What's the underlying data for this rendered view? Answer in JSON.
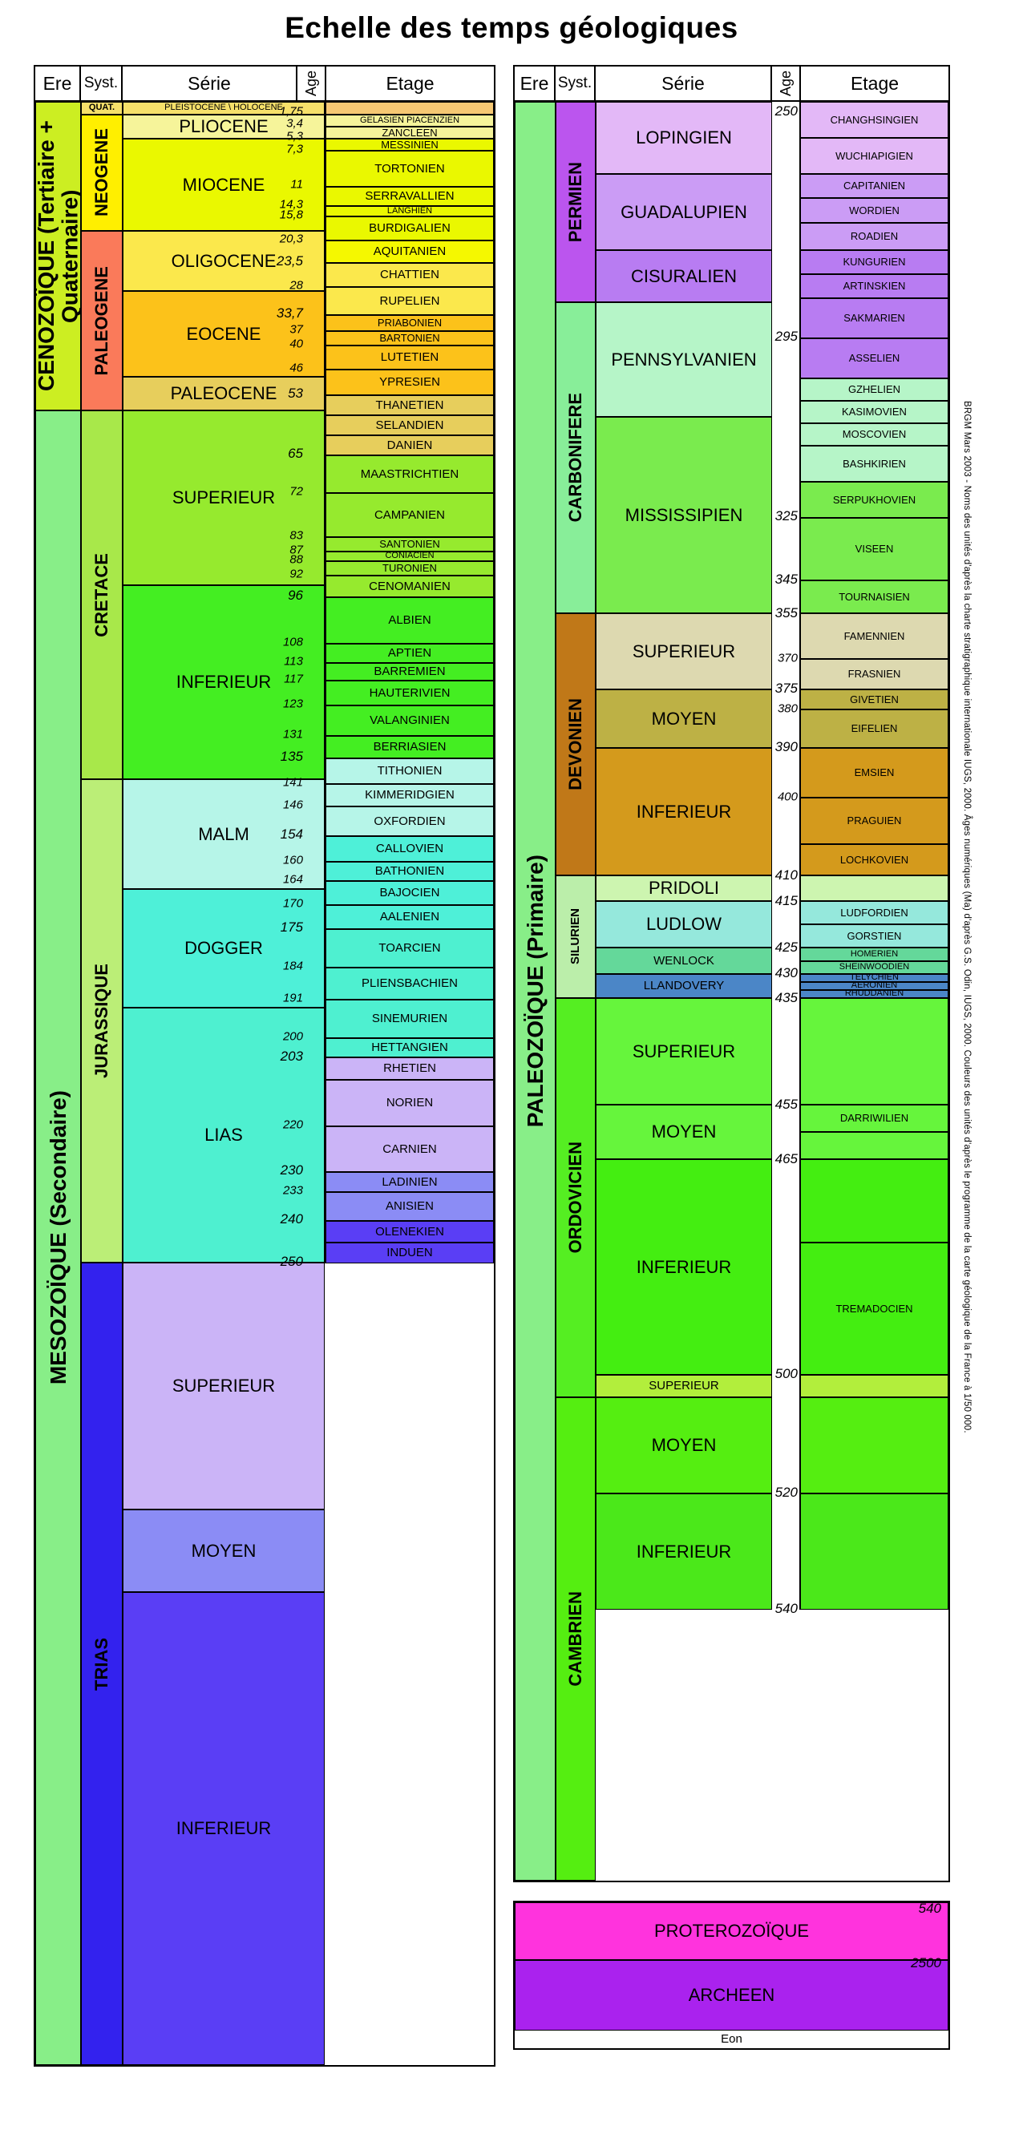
{
  "title": "Echelle des temps géologiques",
  "headers": {
    "ere": "Ere",
    "syst": "Syst.",
    "serie": "Série",
    "age": "Age",
    "etage": "Etage",
    "eon": "Eon"
  },
  "sidenote": "BRGM Mars 2003  -  Noms des unités d'après la charte stratigraphique internationale IUGS, 2000. Âges numériques (Ma) d'après G.S. Odin, IUGS, 2000. Couleurs des unités d'après le programme de la carte géologique de la France à 1/50 000.",
  "colors": {
    "cenozoic_ere": "#ccee22",
    "quaternaire": "#f6e06a",
    "neogene": "#ffef00",
    "paleogene": "#fa7a5a",
    "mesozoic_ere": "#88ee88",
    "cretace": "#a8e84a",
    "jurassique": "#bbee77",
    "trias": "#3322ee",
    "paleozoic_ere": "#88ee88",
    "permien": "#bb55ee",
    "carbonifere": "#88ee99",
    "devonien": "#c07818",
    "silurien": "#bbeeaa",
    "ordovicien": "#55ee22",
    "cambrien": "#55ee11",
    "proterozoique": "#ff33dd",
    "archeen": "#aa22ee"
  },
  "chart_data": {
    "type": "table",
    "title": "Echelle des temps géologiques",
    "columns": [
      "Ere",
      "Syst.",
      "Série",
      "Age",
      "Etage"
    ],
    "units": "Ma",
    "panels": [
      {
        "name": "panel-left",
        "eres": [
          {
            "label": "CENOZOÏQUE (Tertiaire + Quaternaire)",
            "systems": [
              {
                "label": "QUAT.",
                "series": [
                  {
                    "label": "PLEISTOCENE \\ HOLOCENE",
                    "base_age": "1,75",
                    "etages": [
                      {
                        "label": ""
                      }
                    ]
                  }
                ]
              },
              {
                "label": "NEOGENE",
                "series": [
                  {
                    "label": "PLIOCENE",
                    "base_age": "5,3",
                    "etages": [
                      {
                        "label": "GELASIEN PIACENZIEN",
                        "base_age": "3,4"
                      },
                      {
                        "label": "ZANCLEEN",
                        "base_age": "5,3"
                      }
                    ]
                  },
                  {
                    "label": "MIOCENE",
                    "base_age": "23,5",
                    "etages": [
                      {
                        "label": "MESSINIEN",
                        "base_age": "7,3"
                      },
                      {
                        "label": "TORTONIEN",
                        "base_age": "11"
                      },
                      {
                        "label": "SERRAVALLIEN",
                        "base_age": "14,3"
                      },
                      {
                        "label": "LANGHIEN",
                        "base_age": "15,8"
                      },
                      {
                        "label": "BURDIGALIEN",
                        "base_age": "20,3"
                      },
                      {
                        "label": "AQUITANIEN",
                        "base_age": "23,5"
                      }
                    ]
                  }
                ]
              },
              {
                "label": "PALEOGENE",
                "series": [
                  {
                    "label": "OLIGOCENE",
                    "base_age": "33,7",
                    "etages": [
                      {
                        "label": "CHATTIEN",
                        "base_age": "28"
                      },
                      {
                        "label": "RUPELIEN",
                        "base_age": "33,7"
                      }
                    ]
                  },
                  {
                    "label": "EOCENE",
                    "base_age": "53",
                    "etages": [
                      {
                        "label": "PRIABONIEN",
                        "base_age": "37"
                      },
                      {
                        "label": "BARTONIEN",
                        "base_age": "40"
                      },
                      {
                        "label": "LUTETIEN",
                        "base_age": "46"
                      },
                      {
                        "label": "YPRESIEN",
                        "base_age": "53"
                      }
                    ]
                  },
                  {
                    "label": "PALEOCENE",
                    "base_age": "65",
                    "etages": [
                      {
                        "label": "THANETIEN"
                      },
                      {
                        "label": "SELANDIEN"
                      },
                      {
                        "label": "DANIEN",
                        "base_age": "65"
                      }
                    ]
                  }
                ]
              }
            ]
          },
          {
            "label": "MESOZOÏQUE (Secondaire)",
            "systems": [
              {
                "label": "CRETACE",
                "series": [
                  {
                    "label": "SUPERIEUR",
                    "base_age": "96",
                    "etages": [
                      {
                        "label": "MAASTRICHTIEN",
                        "base_age": "72"
                      },
                      {
                        "label": "CAMPANIEN",
                        "base_age": "83"
                      },
                      {
                        "label": "SANTONIEN",
                        "base_age": "87"
                      },
                      {
                        "label": "CONIACIEN",
                        "base_age": "88"
                      },
                      {
                        "label": "TURONIEN",
                        "base_age": "92"
                      },
                      {
                        "label": "CENOMANIEN",
                        "base_age": "96"
                      }
                    ]
                  },
                  {
                    "label": "INFERIEUR",
                    "base_age": "135",
                    "etages": [
                      {
                        "label": "ALBIEN",
                        "base_age": "108"
                      },
                      {
                        "label": "APTIEN",
                        "base_age": "113"
                      },
                      {
                        "label": "BARREMIEN",
                        "base_age": "117"
                      },
                      {
                        "label": "HAUTERIVIEN",
                        "base_age": "123"
                      },
                      {
                        "label": "VALANGINIEN",
                        "base_age": "131"
                      },
                      {
                        "label": "BERRIASIEN",
                        "base_age": "135"
                      }
                    ]
                  }
                ]
              },
              {
                "label": "JURASSIQUE",
                "series": [
                  {
                    "label": "MALM",
                    "base_age": "154",
                    "etages": [
                      {
                        "label": "TITHONIEN",
                        "base_age": "141"
                      },
                      {
                        "label": "KIMMERIDGIEN",
                        "base_age": "146"
                      },
                      {
                        "label": "OXFORDIEN",
                        "base_age": "154"
                      }
                    ]
                  },
                  {
                    "label": "DOGGER",
                    "base_age": "175",
                    "etages": [
                      {
                        "label": "CALLOVIEN",
                        "base_age": "160"
                      },
                      {
                        "label": "BATHONIEN",
                        "base_age": "164"
                      },
                      {
                        "label": "BAJOCIEN",
                        "base_age": "170"
                      },
                      {
                        "label": "AALENIEN",
                        "base_age": "175"
                      }
                    ]
                  },
                  {
                    "label": "LIAS",
                    "base_age": "203",
                    "etages": [
                      {
                        "label": "TOARCIEN",
                        "base_age": "184"
                      },
                      {
                        "label": "PLIENSBACHIEN",
                        "base_age": "191"
                      },
                      {
                        "label": "SINEMURIEN",
                        "base_age": "200"
                      },
                      {
                        "label": "HETTANGIEN",
                        "base_age": "203"
                      }
                    ]
                  }
                ]
              },
              {
                "label": "TRIAS",
                "series": [
                  {
                    "label": "SUPERIEUR",
                    "base_age": "230",
                    "etages": [
                      {
                        "label": "RHETIEN"
                      },
                      {
                        "label": "NORIEN",
                        "base_age": "220"
                      },
                      {
                        "label": "CARNIEN",
                        "base_age": "230"
                      }
                    ]
                  },
                  {
                    "label": "MOYEN",
                    "base_age": "240",
                    "etages": [
                      {
                        "label": "LADINIEN",
                        "base_age": "233"
                      },
                      {
                        "label": "ANISIEN",
                        "base_age": "240"
                      }
                    ]
                  },
                  {
                    "label": "INFERIEUR",
                    "base_age": "250",
                    "etages": [
                      {
                        "label": "OLENEKIEN"
                      },
                      {
                        "label": "INDUEN",
                        "base_age": "250"
                      }
                    ]
                  }
                ]
              }
            ]
          }
        ]
      },
      {
        "name": "panel-right",
        "eres": [
          {
            "label": "PALEOZOÏQUE (Primaire)",
            "systems": [
              {
                "label": "PERMIEN",
                "series": [
                  {
                    "label": "LOPINGIEN",
                    "top_age": "250",
                    "etages": [
                      {
                        "label": "CHANGHSINGIEN"
                      },
                      {
                        "label": "WUCHIAPIGIEN"
                      }
                    ]
                  },
                  {
                    "label": "GUADALUPIEN",
                    "etages": [
                      {
                        "label": "CAPITANIEN"
                      },
                      {
                        "label": "WORDIEN"
                      },
                      {
                        "label": "ROADIEN"
                      }
                    ]
                  },
                  {
                    "label": "CISURALIEN",
                    "base_age": "295",
                    "etages": [
                      {
                        "label": "KUNGURIEN"
                      },
                      {
                        "label": "ARTINSKIEN"
                      },
                      {
                        "label": "SAKMARIEN"
                      },
                      {
                        "label": "ASSELIEN"
                      }
                    ]
                  }
                ]
              },
              {
                "label": "CARBONIFERE",
                "series": [
                  {
                    "label": "PENNSYLVANIEN",
                    "etages": [
                      {
                        "label": "GZHELIEN"
                      },
                      {
                        "label": "KASIMOVIEN"
                      },
                      {
                        "label": "MOSCOVIEN"
                      },
                      {
                        "label": "BASHKIRIEN"
                      }
                    ]
                  },
                  {
                    "label": "MISSISSIPIEN",
                    "base_age": "355",
                    "etages": [
                      {
                        "label": "SERPUKHOVIEN",
                        "base_age": "325"
                      },
                      {
                        "label": "VISEEN",
                        "base_age": "345"
                      },
                      {
                        "label": "TOURNAISIEN",
                        "base_age": "355"
                      }
                    ]
                  }
                ]
              },
              {
                "label": "DEVONIEN",
                "series": [
                  {
                    "label": "SUPERIEUR",
                    "base_age": "375",
                    "etages": [
                      {
                        "label": "FAMENNIEN",
                        "base_age": "370"
                      },
                      {
                        "label": "FRASNIEN",
                        "base_age": "375"
                      }
                    ]
                  },
                  {
                    "label": "MOYEN",
                    "base_age": "390",
                    "etages": [
                      {
                        "label": "GIVETIEN",
                        "base_age": "380"
                      },
                      {
                        "label": "EIFELIEN",
                        "base_age": "390"
                      }
                    ]
                  },
                  {
                    "label": "INFERIEUR",
                    "base_age": "410",
                    "etages": [
                      {
                        "label": "EMSIEN",
                        "base_age": "400"
                      },
                      {
                        "label": "PRAGUIEN"
                      },
                      {
                        "label": "LOCHKOVIEN",
                        "base_age": "410"
                      }
                    ]
                  }
                ]
              },
              {
                "label": "SILURIEN",
                "series": [
                  {
                    "label": "PRIDOLI",
                    "base_age": "415",
                    "etages": [
                      {
                        "label": ""
                      }
                    ]
                  },
                  {
                    "label": "LUDLOW",
                    "base_age": "425",
                    "etages": [
                      {
                        "label": "LUDFORDIEN"
                      },
                      {
                        "label": "GORSTIEN"
                      }
                    ]
                  },
                  {
                    "label": "WENLOCK",
                    "base_age": "430",
                    "etages": [
                      {
                        "label": "HOMERIEN"
                      },
                      {
                        "label": "SHEINWOODIEN"
                      }
                    ]
                  },
                  {
                    "label": "LLANDOVERY",
                    "base_age": "435",
                    "etages": [
                      {
                        "label": "TELYCHIEN"
                      },
                      {
                        "label": "AERONIEN"
                      },
                      {
                        "label": "RHUDDANIEN"
                      }
                    ]
                  }
                ]
              },
              {
                "label": "ORDOVICIEN",
                "series": [
                  {
                    "label": "SUPERIEUR",
                    "base_age": "455",
                    "etages": [
                      {
                        "label": ""
                      }
                    ]
                  },
                  {
                    "label": "MOYEN",
                    "base_age": "465",
                    "etages": [
                      {
                        "label": "DARRIWILIEN"
                      }
                    ]
                  },
                  {
                    "label": "INFERIEUR",
                    "base_age": "500",
                    "etages": [
                      {
                        "label": "TREMADOCIEN"
                      }
                    ]
                  }
                ]
              },
              {
                "label": "CAMBRIEN",
                "series": [
                  {
                    "label": "SUPERIEUR",
                    "top_age": "500",
                    "etages": [
                      {
                        "label": ""
                      }
                    ]
                  },
                  {
                    "label": "MOYEN",
                    "base_age": "520",
                    "etages": [
                      {
                        "label": ""
                      }
                    ]
                  },
                  {
                    "label": "INFERIEUR",
                    "base_age": "540",
                    "etages": [
                      {
                        "label": ""
                      }
                    ]
                  }
                ]
              }
            ]
          }
        ]
      },
      {
        "name": "panel-precambrian",
        "eons": [
          {
            "label": "PROTEROZOÏQUE",
            "top_age": "540",
            "base_age": "2500"
          },
          {
            "label": "ARCHEEN"
          }
        ]
      }
    ]
  }
}
